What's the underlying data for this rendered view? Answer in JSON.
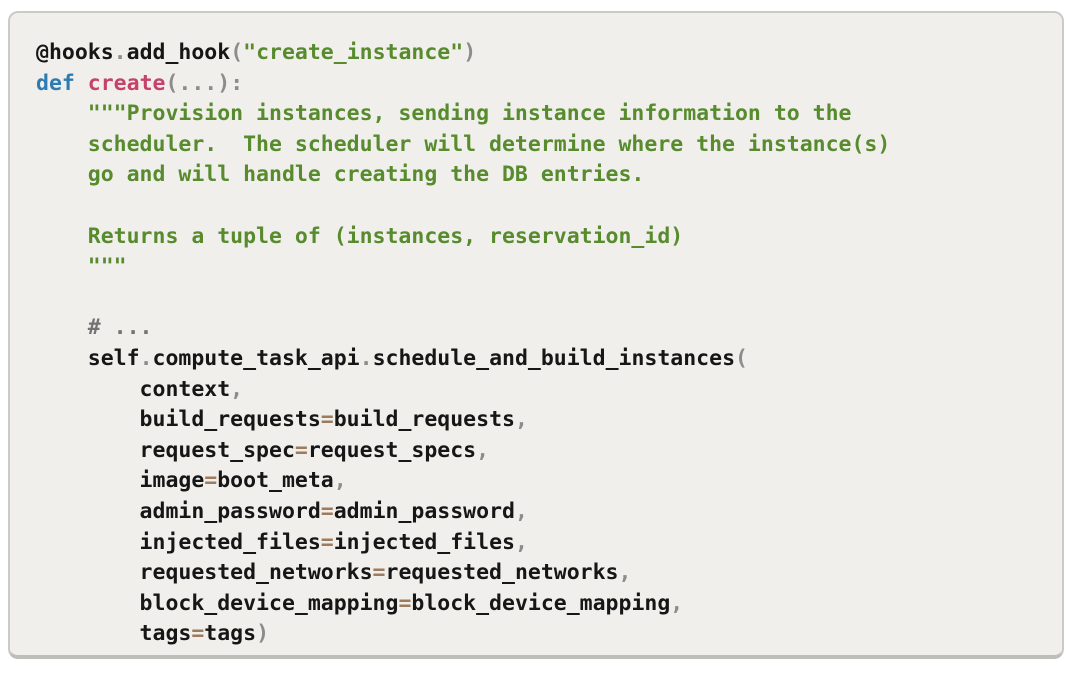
{
  "window": {
    "background": "#ffffff"
  },
  "code_panel": {
    "background": "#f1efeb",
    "border_color": "#cbcac6",
    "border_bottom_color": "#bebdb9"
  },
  "syntax_colors": {
    "plain": "#161616",
    "keyword": "#2e7bb2",
    "function": "#c5436a",
    "string": "#578b2d",
    "comment": "#737373",
    "punctuation": "#8c8c8c",
    "operator": "#9d7b5e"
  },
  "code": {
    "language": "python",
    "lines": [
      [
        {
          "text": "@hooks",
          "type": "plain"
        },
        {
          "text": ".",
          "type": "punctuation"
        },
        {
          "text": "add_hook",
          "type": "plain"
        },
        {
          "text": "(",
          "type": "punctuation"
        },
        {
          "text": "\"create_instance\"",
          "type": "string"
        },
        {
          "text": ")",
          "type": "punctuation"
        }
      ],
      [
        {
          "text": "def",
          "type": "keyword"
        },
        {
          "text": " ",
          "type": "plain"
        },
        {
          "text": "create",
          "type": "function"
        },
        {
          "text": "(...):",
          "type": "punctuation"
        }
      ],
      [
        {
          "text": "    \"\"\"Provision instances, sending instance information to the",
          "type": "string"
        }
      ],
      [
        {
          "text": "    scheduler.  The scheduler will determine where the instance(s)",
          "type": "string"
        }
      ],
      [
        {
          "text": "    go and will handle creating the DB entries.",
          "type": "string"
        }
      ],
      [],
      [
        {
          "text": "    Returns a tuple of (instances, reservation_id)",
          "type": "string"
        }
      ],
      [
        {
          "text": "    \"\"\"",
          "type": "string"
        }
      ],
      [],
      [
        {
          "text": "    # ...",
          "type": "comment"
        }
      ],
      [
        {
          "text": "    self",
          "type": "plain"
        },
        {
          "text": ".",
          "type": "punctuation"
        },
        {
          "text": "compute_task_api",
          "type": "plain"
        },
        {
          "text": ".",
          "type": "punctuation"
        },
        {
          "text": "schedule_and_build_instances",
          "type": "plain"
        },
        {
          "text": "(",
          "type": "punctuation"
        }
      ],
      [
        {
          "text": "        context",
          "type": "plain"
        },
        {
          "text": ",",
          "type": "punctuation"
        }
      ],
      [
        {
          "text": "        build_requests",
          "type": "plain"
        },
        {
          "text": "=",
          "type": "operator"
        },
        {
          "text": "build_requests",
          "type": "plain"
        },
        {
          "text": ",",
          "type": "punctuation"
        }
      ],
      [
        {
          "text": "        request_spec",
          "type": "plain"
        },
        {
          "text": "=",
          "type": "operator"
        },
        {
          "text": "request_specs",
          "type": "plain"
        },
        {
          "text": ",",
          "type": "punctuation"
        }
      ],
      [
        {
          "text": "        image",
          "type": "plain"
        },
        {
          "text": "=",
          "type": "operator"
        },
        {
          "text": "boot_meta",
          "type": "plain"
        },
        {
          "text": ",",
          "type": "punctuation"
        }
      ],
      [
        {
          "text": "        admin_password",
          "type": "plain"
        },
        {
          "text": "=",
          "type": "operator"
        },
        {
          "text": "admin_password",
          "type": "plain"
        },
        {
          "text": ",",
          "type": "punctuation"
        }
      ],
      [
        {
          "text": "        injected_files",
          "type": "plain"
        },
        {
          "text": "=",
          "type": "operator"
        },
        {
          "text": "injected_files",
          "type": "plain"
        },
        {
          "text": ",",
          "type": "punctuation"
        }
      ],
      [
        {
          "text": "        requested_networks",
          "type": "plain"
        },
        {
          "text": "=",
          "type": "operator"
        },
        {
          "text": "requested_networks",
          "type": "plain"
        },
        {
          "text": ",",
          "type": "punctuation"
        }
      ],
      [
        {
          "text": "        block_device_mapping",
          "type": "plain"
        },
        {
          "text": "=",
          "type": "operator"
        },
        {
          "text": "block_device_mapping",
          "type": "plain"
        },
        {
          "text": ",",
          "type": "punctuation"
        }
      ],
      [
        {
          "text": "        tags",
          "type": "plain"
        },
        {
          "text": "=",
          "type": "operator"
        },
        {
          "text": "tags",
          "type": "plain"
        },
        {
          "text": ")",
          "type": "punctuation"
        }
      ]
    ]
  }
}
